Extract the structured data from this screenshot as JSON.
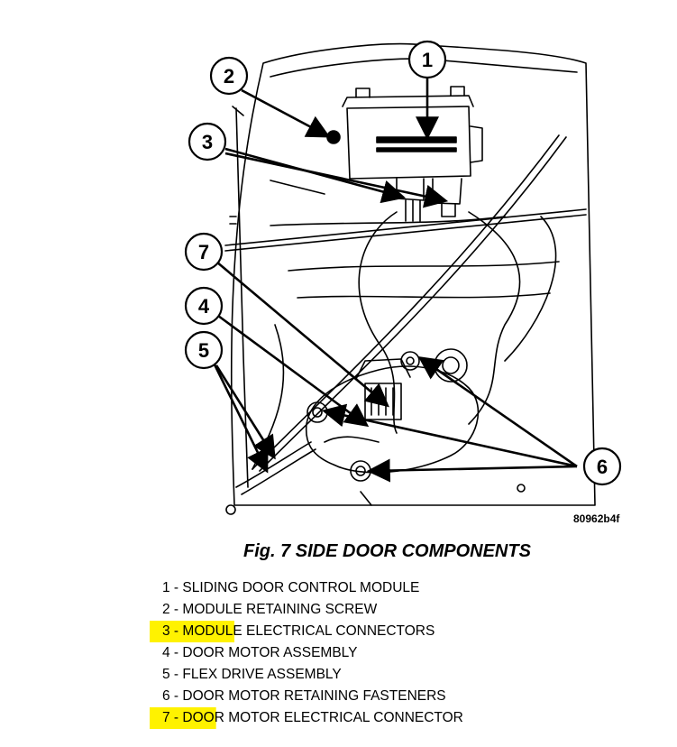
{
  "figure": {
    "id": "80962b4f",
    "title": "Fig. 7 SIDE DOOR COMPONENTS"
  },
  "callouts": [
    {
      "num": "1"
    },
    {
      "num": "2"
    },
    {
      "num": "3"
    },
    {
      "num": "7"
    },
    {
      "num": "4"
    },
    {
      "num": "5"
    },
    {
      "num": "6"
    }
  ],
  "legend": [
    {
      "num": "1",
      "sep": " - ",
      "text": "SLIDING DOOR CONTROL MODULE",
      "highlight": ""
    },
    {
      "num": "2",
      "sep": " - ",
      "text": "MODULE RETAINING SCREW",
      "highlight": ""
    },
    {
      "num": "3",
      "sep": " - ",
      "text": "MODULE ELECTRICAL CONNECTORS",
      "highlight": "MODUL"
    },
    {
      "num": "4",
      "sep": " - ",
      "text": "DOOR MOTOR ASSEMBLY",
      "highlight": ""
    },
    {
      "num": "5",
      "sep": " - ",
      "text": "FLEX DRIVE ASSEMBLY",
      "highlight": ""
    },
    {
      "num": "6",
      "sep": " - ",
      "text": "DOOR MOTOR RETAINING FASTENERS",
      "highlight": ""
    },
    {
      "num": "7",
      "sep": " - ",
      "text": "DOOR MOTOR ELECTRICAL CONNECTOR",
      "highlight": "DOO"
    }
  ],
  "colors": {
    "line": "#000000",
    "highlight": "#fff200",
    "background": "#ffffff"
  }
}
